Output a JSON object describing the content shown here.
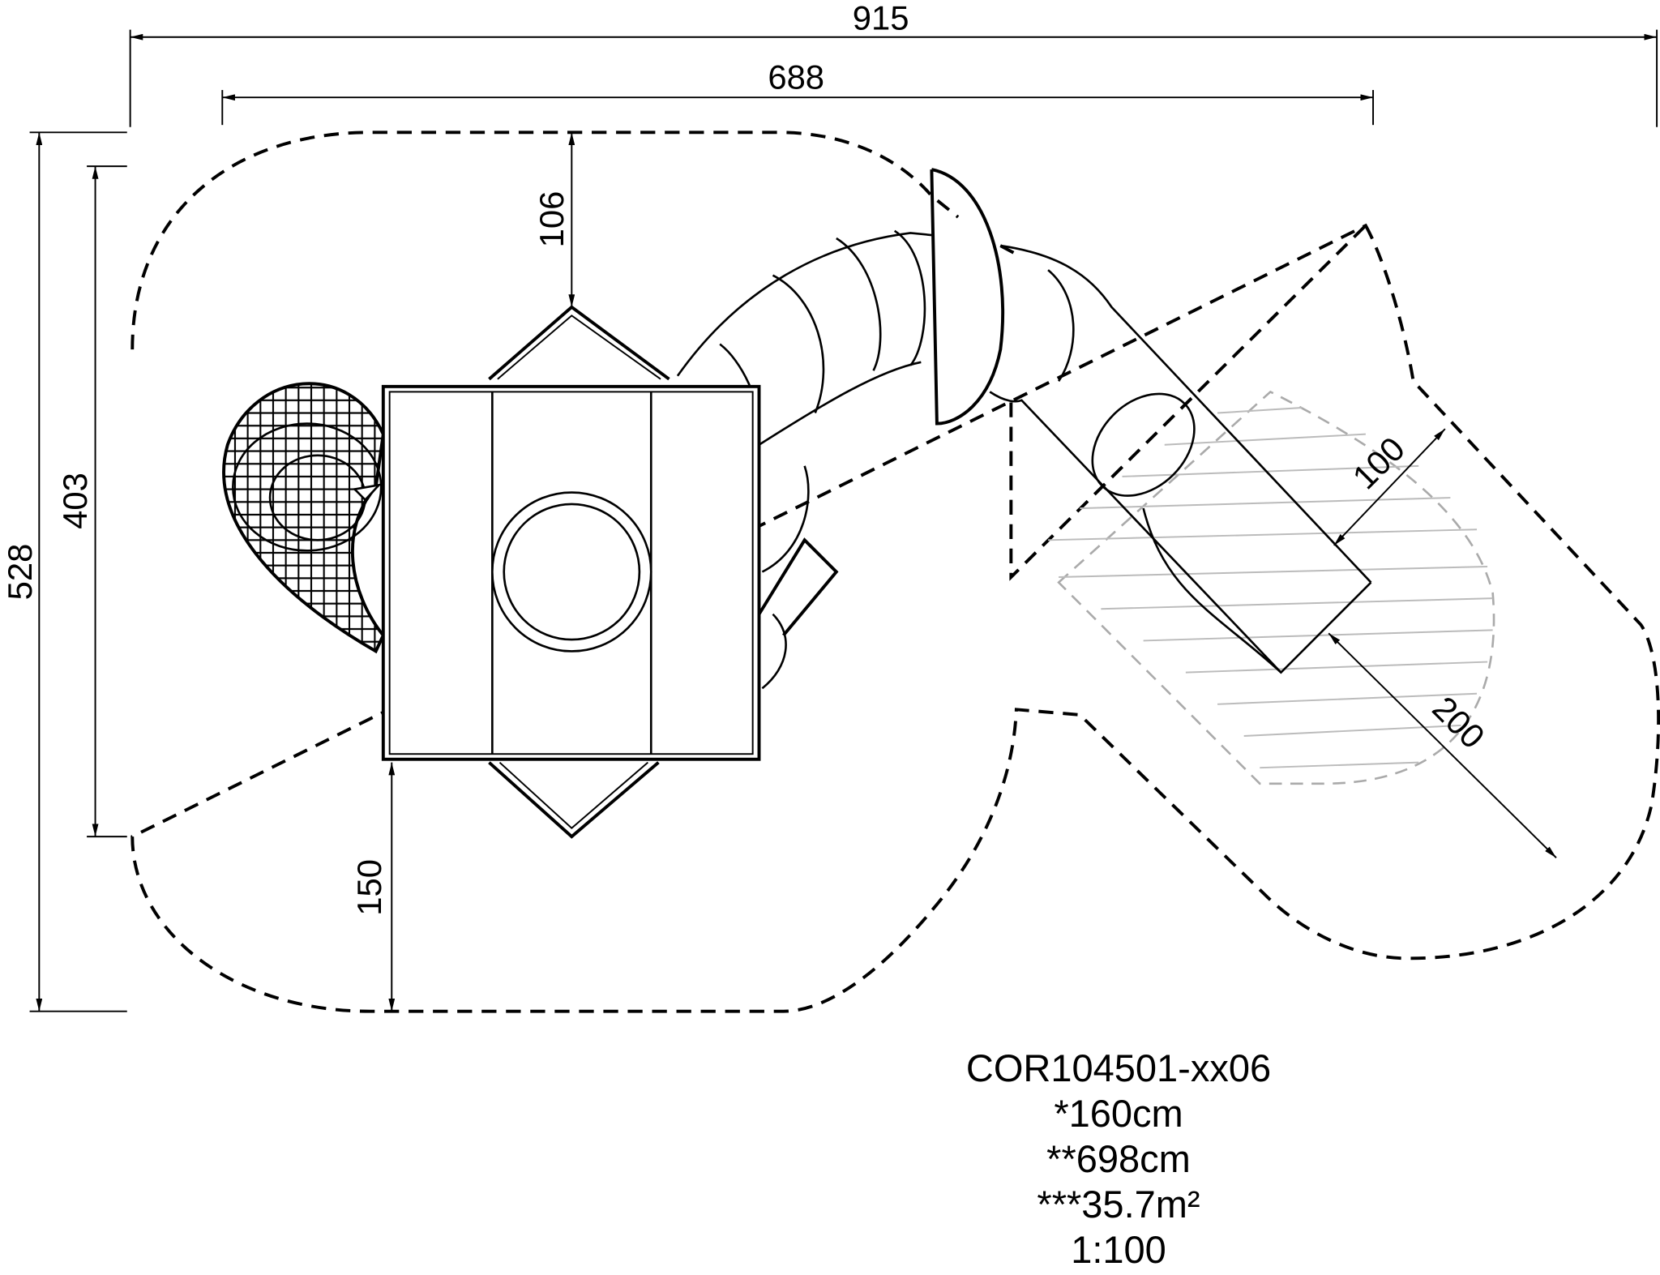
{
  "dimensions": {
    "total_width": "915",
    "equipment_width": "688",
    "total_depth": "528",
    "equipment_depth": "403",
    "top_clearance": "106",
    "bottom_clearance": "150",
    "slide_exit_width": "100",
    "slide_runout": "200"
  },
  "info": {
    "product_code": "COR104501-xx06",
    "free_fall_height": "*160cm",
    "perimeter": "**698cm",
    "area": "***35.7m²",
    "scale": "1:100"
  }
}
